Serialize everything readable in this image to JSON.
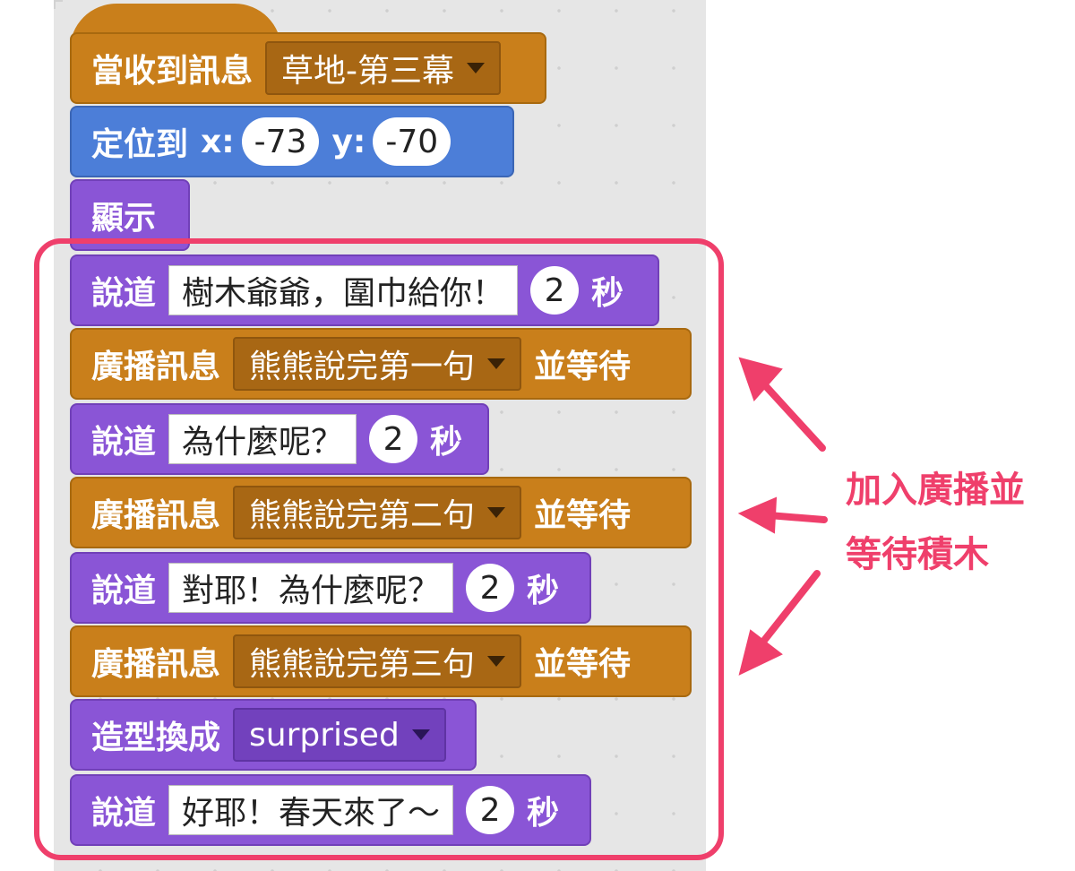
{
  "colors": {
    "events": "#c97f1b",
    "motion": "#4c7ed8",
    "looks": "#8a55d6",
    "highlight": "#ef3f6b"
  },
  "blocks": {
    "hat": {
      "label": "當收到訊息",
      "message": "草地-第三幕"
    },
    "goto": {
      "label": "定位到",
      "x_label": "x:",
      "x": "-73",
      "y_label": "y:",
      "y": "-70"
    },
    "show": {
      "label": "顯示"
    },
    "say1": {
      "label": "說道",
      "text": "樹木爺爺，圍巾給你！",
      "secs": "2",
      "unit": "秒"
    },
    "bc1": {
      "label": "廣播訊息",
      "message": "熊熊說完第一句",
      "suffix": "並等待"
    },
    "say2": {
      "label": "說道",
      "text": "為什麼呢？",
      "secs": "2",
      "unit": "秒"
    },
    "bc2": {
      "label": "廣播訊息",
      "message": "熊熊說完第二句",
      "suffix": "並等待"
    },
    "say3": {
      "label": "說道",
      "text": "對耶！為什麼呢？",
      "secs": "2",
      "unit": "秒"
    },
    "bc3": {
      "label": "廣播訊息",
      "message": "熊熊說完第三句",
      "suffix": "並等待"
    },
    "costume": {
      "label": "造型換成",
      "costume": "surprised"
    },
    "say4": {
      "label": "說道",
      "text": "好耶！春天來了～",
      "secs": "2",
      "unit": "秒"
    }
  },
  "annotation": {
    "line1": "加入廣播並",
    "line2": "等待積木"
  }
}
